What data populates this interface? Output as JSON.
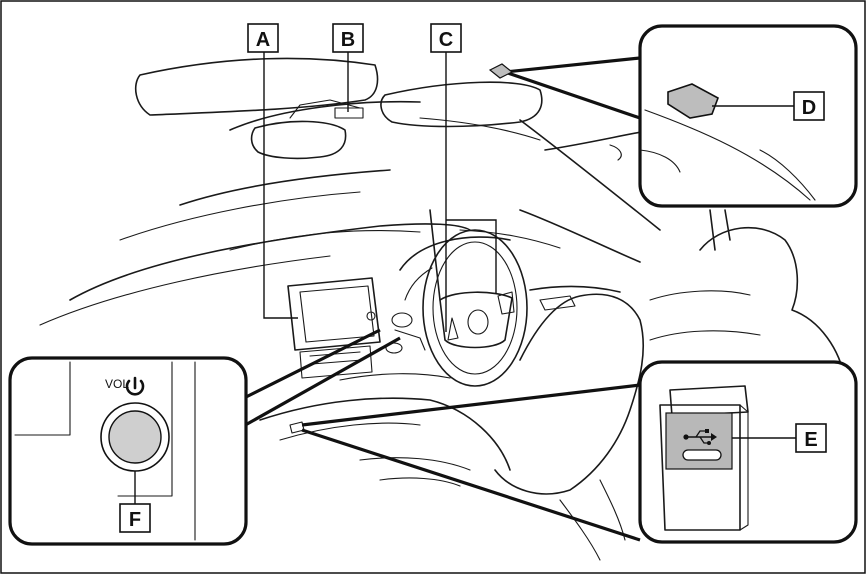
{
  "labels": {
    "a": "A",
    "b": "B",
    "c": "C",
    "d": "D",
    "e": "E",
    "f": "F"
  },
  "callout_f": {
    "vol_text": "VOL"
  },
  "icons": {
    "power": "power-icon",
    "usb": "usb-icon"
  },
  "colors": {
    "stroke": "#111111",
    "port_fill": "#b8b8b8",
    "knob_fill": "#cfcfcf"
  }
}
